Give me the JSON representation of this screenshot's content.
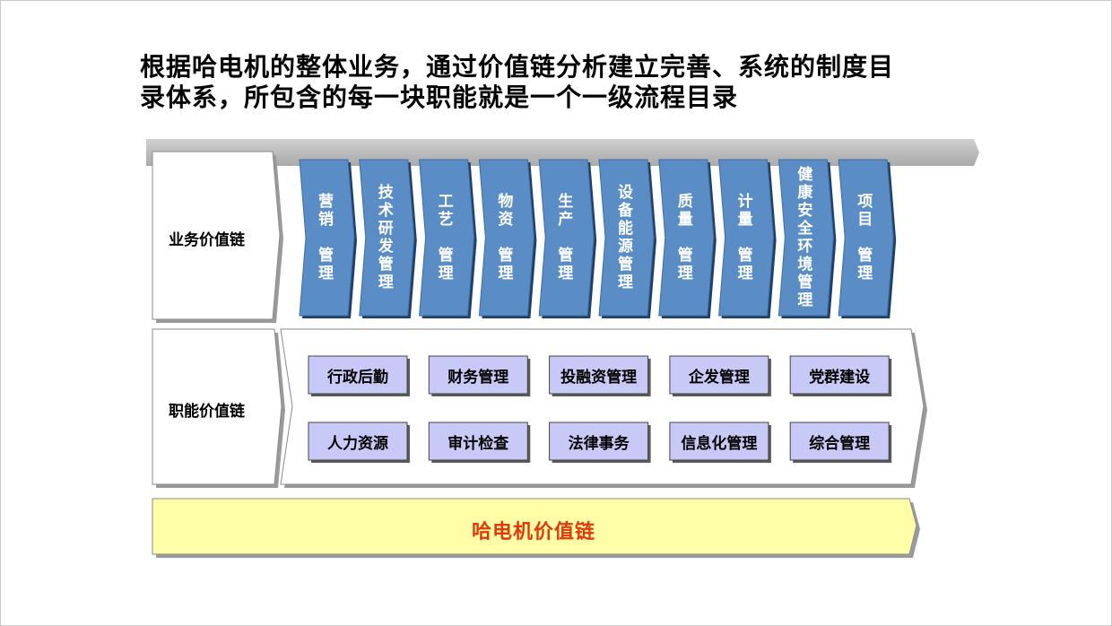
{
  "title_lines": [
    "根据哈电机的整体业务，通过价值链分析建立完善、系统的制度目",
    "录体系，所包含的每一块职能就是一个一级流程目录"
  ],
  "business_chain": {
    "label": "业务价值链",
    "columns": [
      {
        "chars": [
          "营",
          "销",
          "",
          "管",
          "理"
        ]
      },
      {
        "chars": [
          "技",
          "术",
          "研",
          "发",
          "管",
          "理"
        ]
      },
      {
        "chars": [
          "工",
          "艺",
          "",
          "管",
          "理"
        ]
      },
      {
        "chars": [
          "物",
          "资",
          "",
          "管",
          "理"
        ]
      },
      {
        "chars": [
          "生",
          "产",
          "",
          "管",
          "理"
        ]
      },
      {
        "chars": [
          "设",
          "备",
          "能",
          "源",
          "管",
          "理"
        ]
      },
      {
        "chars": [
          "质",
          "量",
          "",
          "管",
          "理"
        ]
      },
      {
        "chars": [
          "计",
          "量",
          "",
          "管",
          "理"
        ]
      },
      {
        "chars": [
          "健",
          "康",
          "安",
          "全",
          "环",
          "境",
          "管",
          "理"
        ]
      },
      {
        "chars": [
          "项",
          "目",
          "",
          "管",
          "理"
        ]
      }
    ]
  },
  "functional_chain": {
    "label": "职能价值链",
    "rows": [
      [
        "行政后勤",
        "财务管理",
        "投融资管理",
        "企发管理",
        "党群建设"
      ],
      [
        "人力资源",
        "审计检查",
        "法律事务",
        "信息化管理",
        "综合管理"
      ]
    ]
  },
  "bottom": {
    "label": "哈电机价值链"
  },
  "colors": {
    "column_fill": "#5a8dc5",
    "column_text": "#ffffff",
    "box_fill": "#c9c9f8",
    "bottom_fill": "#ffffa8",
    "bottom_text": "#e2380b",
    "arrow_gray": "#c0c0c0"
  }
}
